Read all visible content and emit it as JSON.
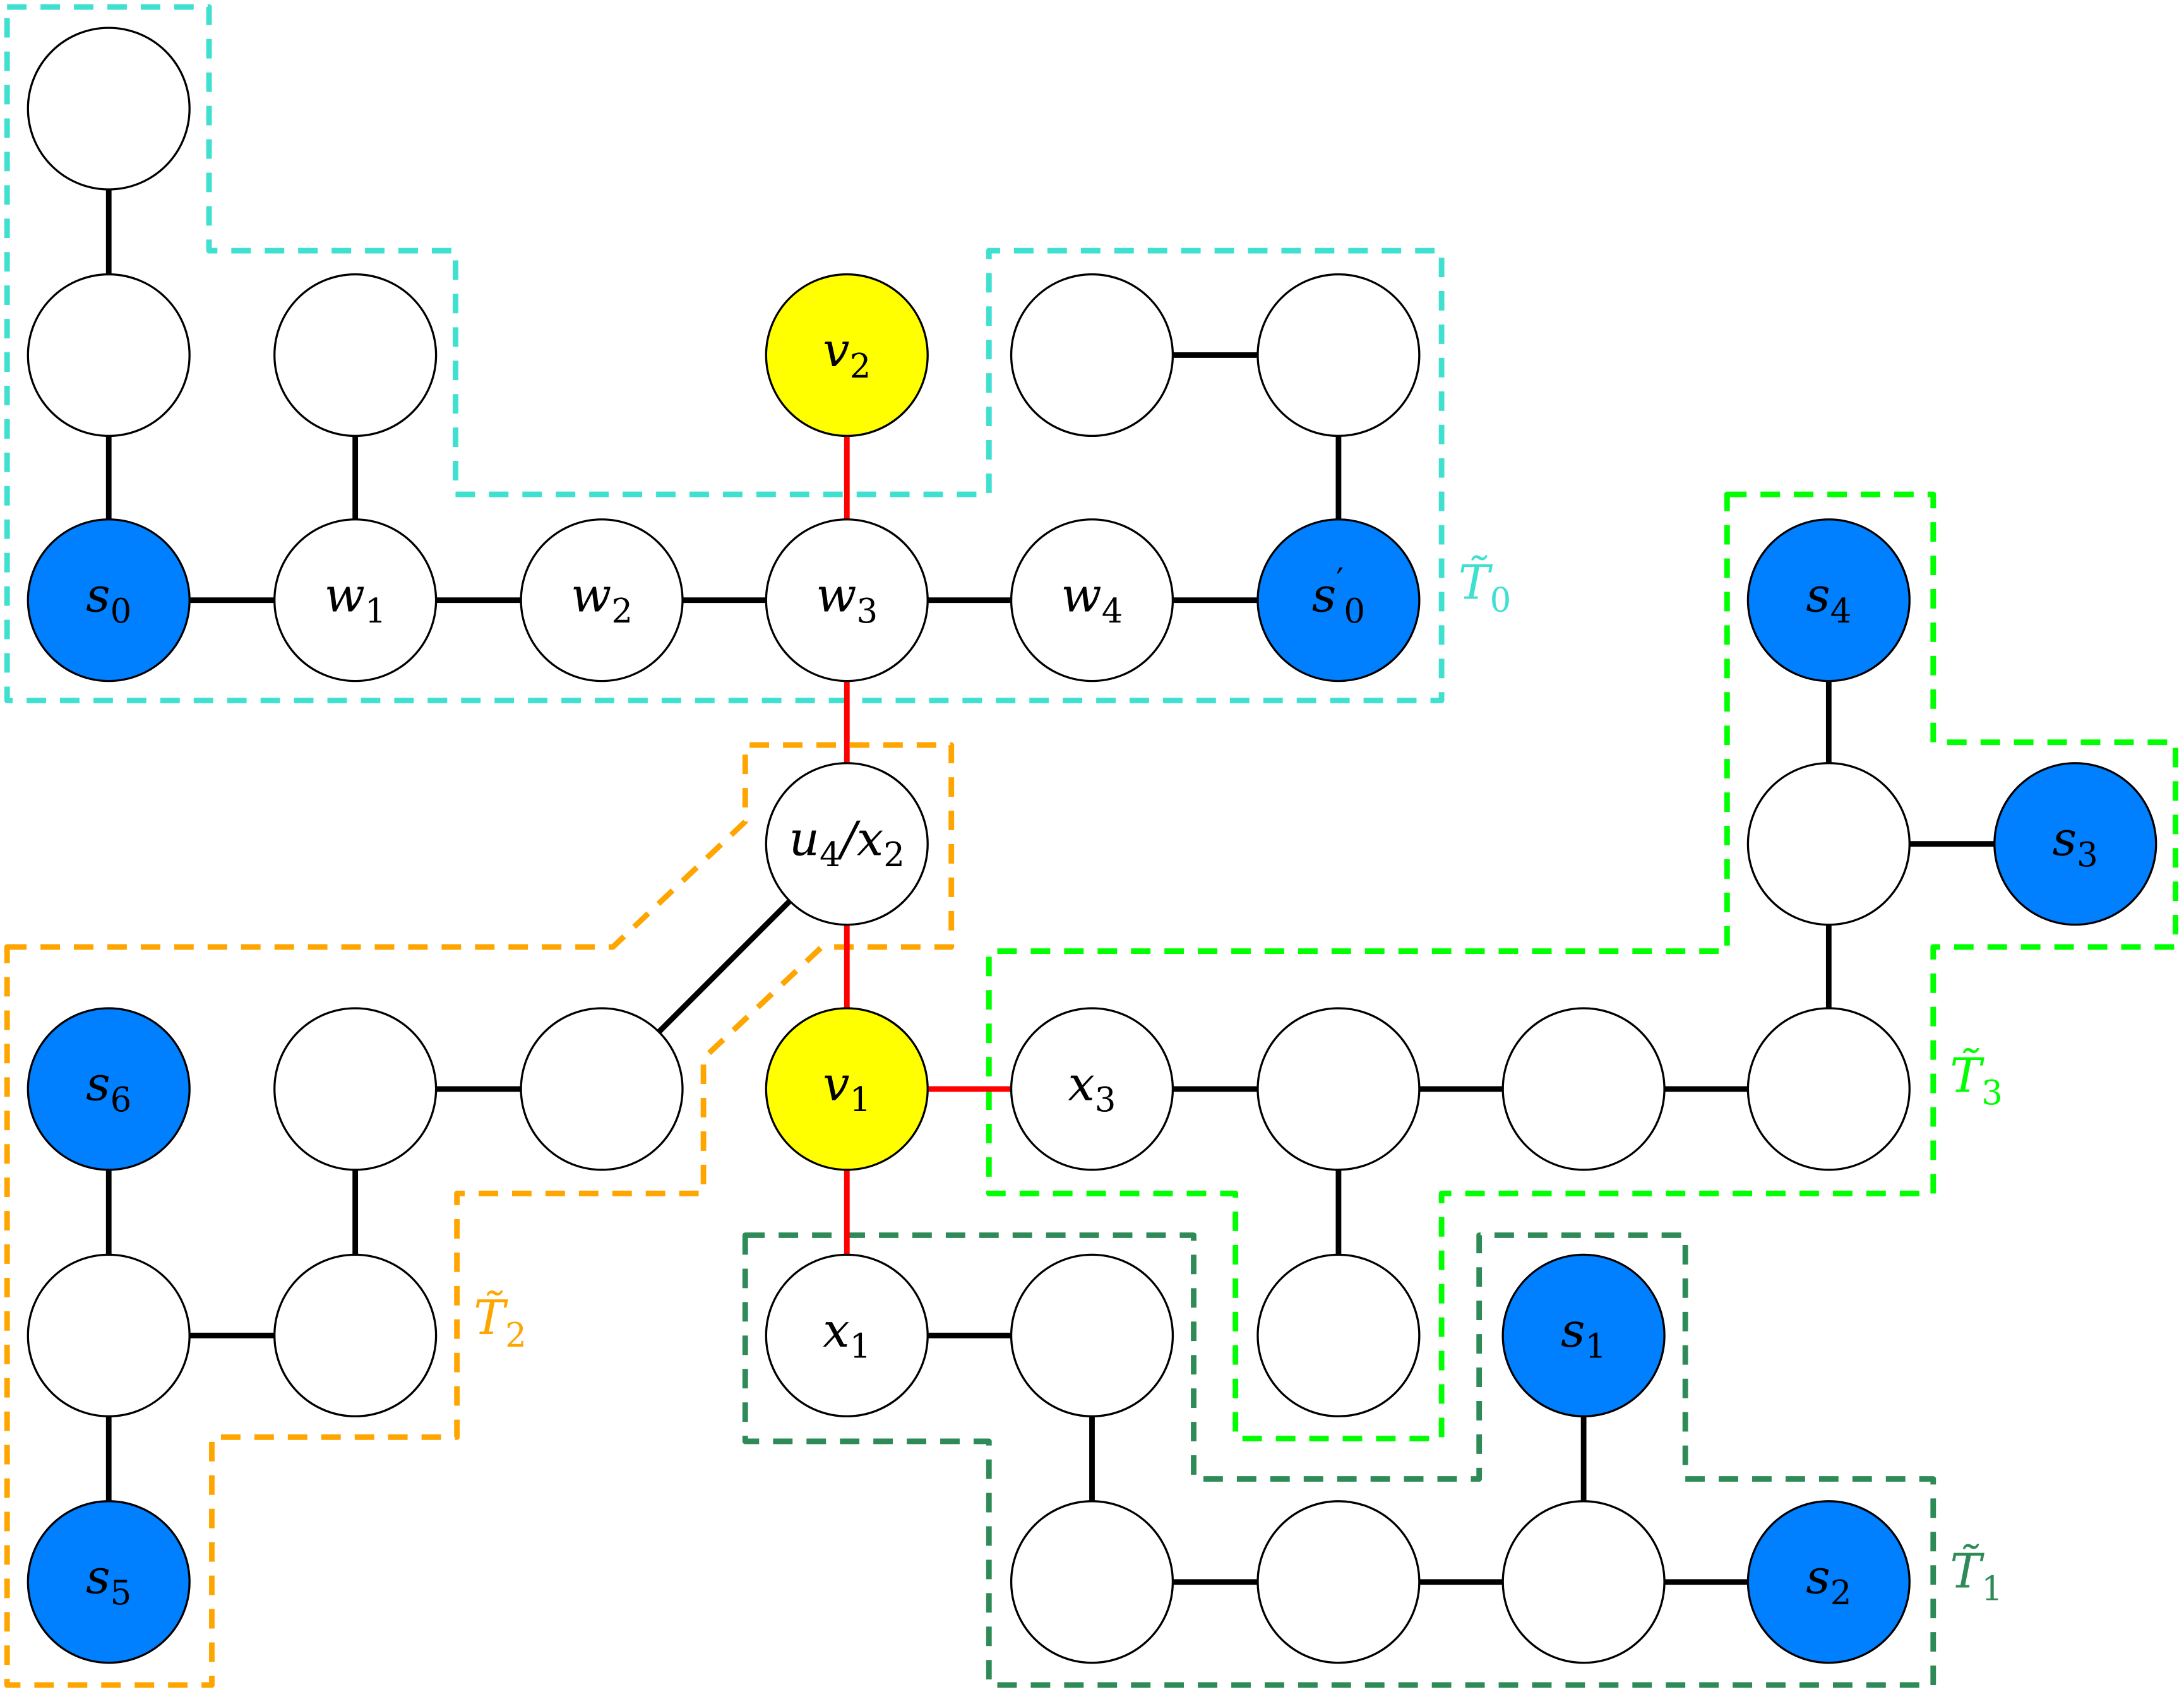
{
  "colors": {
    "terminal": "#007FFF",
    "highlight": "#FFFF00",
    "path_edge": "#FF0000",
    "T0": "#40E0D0",
    "T1": "#2E8B57",
    "T2": "#FFA500",
    "T3": "#00FF00"
  },
  "nodes": {
    "s0": {
      "base": "s",
      "sub": "0",
      "sup": ""
    },
    "s0p": {
      "base": "s",
      "sub": "0",
      "sup": "′"
    },
    "s1": {
      "base": "s",
      "sub": "1",
      "sup": ""
    },
    "s2": {
      "base": "s",
      "sub": "2",
      "sup": ""
    },
    "s3": {
      "base": "s",
      "sub": "3",
      "sup": ""
    },
    "s4": {
      "base": "s",
      "sub": "4",
      "sup": ""
    },
    "s5": {
      "base": "s",
      "sub": "5",
      "sup": ""
    },
    "s6": {
      "base": "s",
      "sub": "6",
      "sup": ""
    },
    "w1": {
      "base": "w",
      "sub": "1",
      "sup": ""
    },
    "w2": {
      "base": "w",
      "sub": "2",
      "sup": ""
    },
    "w3": {
      "base": "w",
      "sub": "3",
      "sup": ""
    },
    "w4": {
      "base": "w",
      "sub": "4",
      "sup": ""
    },
    "v1": {
      "base": "v",
      "sub": "1",
      "sup": ""
    },
    "v2": {
      "base": "v",
      "sub": "2",
      "sup": ""
    },
    "x1": {
      "base": "x",
      "sub": "1",
      "sup": ""
    },
    "x3": {
      "base": "x",
      "sub": "3",
      "sup": ""
    },
    "u4x2": {
      "base": "u",
      "sub": "4",
      "sup": "",
      "sep": "/",
      "base2": "x",
      "sub2": "2"
    }
  },
  "regions": {
    "T0": {
      "base": "T̃",
      "sub": "0"
    },
    "T1": {
      "base": "T̃",
      "sub": "1"
    },
    "T2": {
      "base": "T̃",
      "sub": "2"
    },
    "T3": {
      "base": "T̃",
      "sub": "3"
    }
  }
}
